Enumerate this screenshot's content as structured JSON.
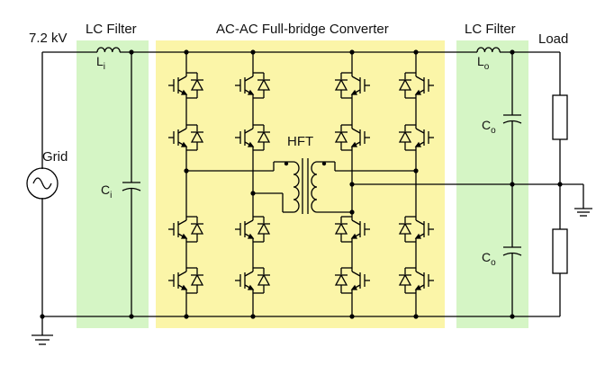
{
  "colors": {
    "filter_zone": "#d5f5c5",
    "converter_zone": "#fbf5a8",
    "wire": "#000000"
  },
  "labels": {
    "voltage": "7.2 kV",
    "grid": "Grid",
    "input_filter": "LC Filter",
    "converter": "AC-AC Full-bridge Converter",
    "output_filter": "LC Filter",
    "load": "Load",
    "transformer": "HFT"
  },
  "components": {
    "input_inductor": {
      "base": "L",
      "sub": "i"
    },
    "input_capacitor": {
      "base": "C",
      "sub": "i"
    },
    "output_inductor": {
      "base": "L",
      "sub": "o"
    },
    "output_capacitor_top": {
      "base": "C",
      "sub": "o"
    },
    "output_capacitor_bottom": {
      "base": "C",
      "sub": "o"
    }
  },
  "icons": [
    "ac-source-icon",
    "inductor-icon",
    "capacitor-icon",
    "igbt-switch-icon",
    "transformer-icon",
    "resistor-icon",
    "ground-icon"
  ]
}
